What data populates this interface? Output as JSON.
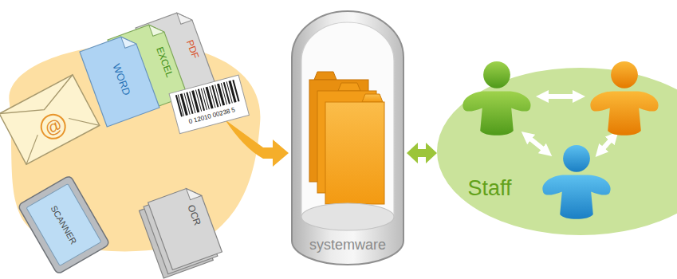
{
  "diagram": {
    "nodes": [
      {
        "text": [
          "PDF",
          "EXCEL",
          "WORD",
          "@",
          "0 12010 00238 5",
          "SCANNER",
          "OCR"
        ]
      },
      {
        "text": [
          "systemware"
        ]
      },
      {
        "text": [
          "Staff"
        ]
      }
    ],
    "edges": [
      {
        "from": 0,
        "to": 1,
        "arrow": "to"
      },
      {
        "from": 1,
        "to": 2,
        "arrow": "both"
      }
    ]
  }
}
